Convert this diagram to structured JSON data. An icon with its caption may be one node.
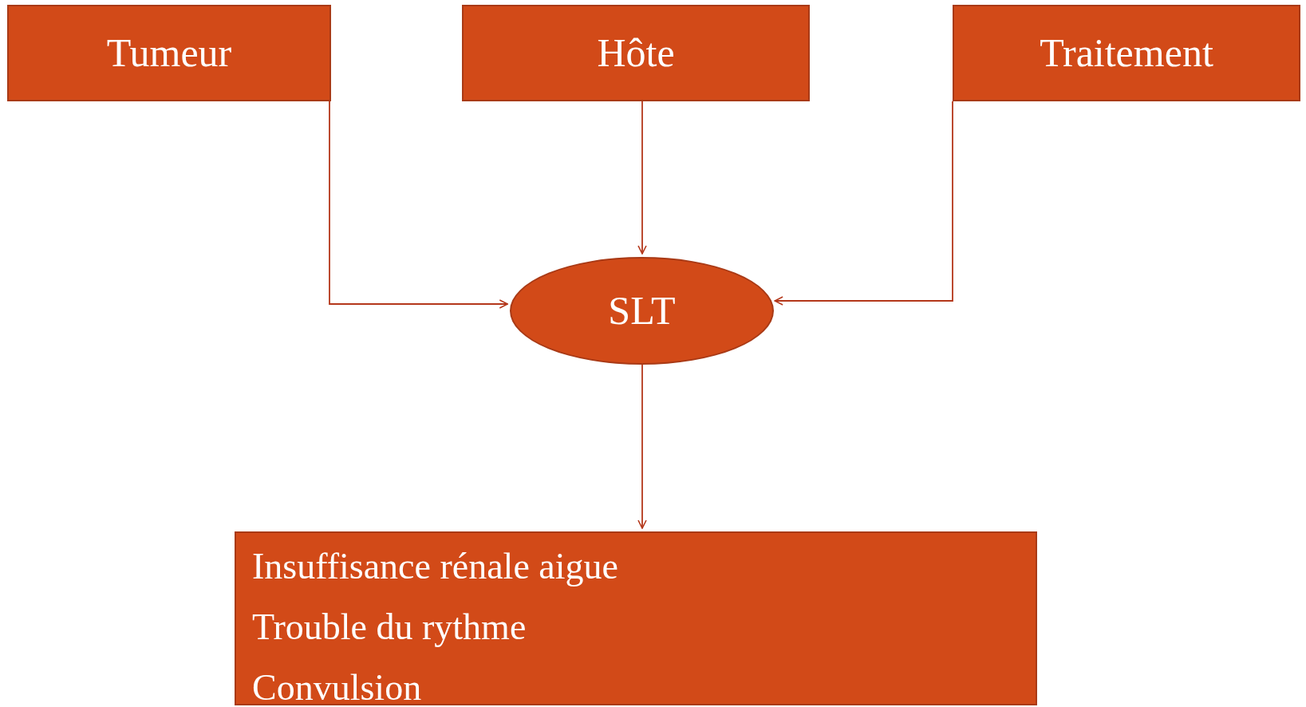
{
  "diagram": {
    "nodes": [
      {
        "text": [
          "Tumeur"
        ]
      },
      {
        "text": [
          "Hôte"
        ]
      },
      {
        "text": [
          "Traitement"
        ]
      },
      {
        "text": [
          "SLT"
        ]
      },
      {
        "text": [
          "Insuffisance rénale aigue",
          "Trouble du rythme",
          "Convulsion"
        ]
      }
    ],
    "edges": [
      {
        "from": 0,
        "to": 3,
        "arrow": "to"
      },
      {
        "from": 1,
        "to": 3,
        "arrow": "to"
      },
      {
        "from": 2,
        "to": 3,
        "arrow": "to"
      },
      {
        "from": 3,
        "to": 4,
        "arrow": "to"
      }
    ]
  }
}
